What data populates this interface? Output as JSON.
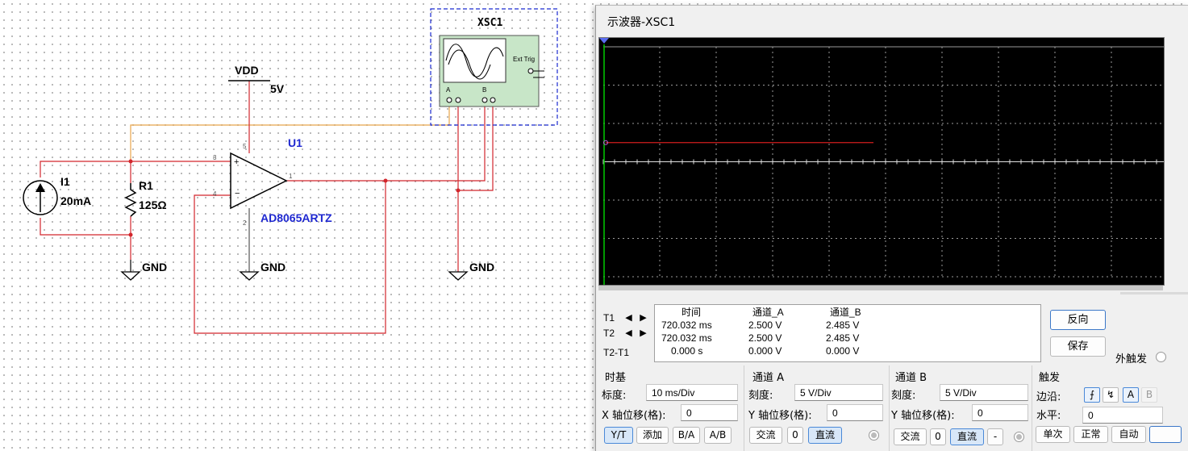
{
  "schematic": {
    "vdd_label": "VDD",
    "vdd_value": "5V",
    "u1_ref": "U1",
    "u1_part": "AD8065ARTZ",
    "i1_ref": "I1",
    "i1_value": "20mA",
    "r1_ref": "R1",
    "r1_value": "125Ω",
    "gnd_label": "GND",
    "pins": {
      "p3": "3",
      "p4": "4",
      "p5": "5",
      "p2": "2",
      "p1": "1"
    },
    "opamp_plus": "+",
    "opamp_minus": "−",
    "scope_ref": "XSC1",
    "scope_ext_trig": "Ext Trig",
    "scope_a": "A",
    "scope_b": "B"
  },
  "oscilloscope": {
    "title": "示波器-XSC1",
    "cursor_rows": [
      {
        "label": "T1",
        "time": "720.032 ms",
        "chA": "2.500 V",
        "chB": "2.485 V"
      },
      {
        "label": "T2",
        "time": "720.032 ms",
        "chA": "2.500 V",
        "chB": "2.485 V"
      },
      {
        "label": "T2-T1",
        "time": "0.000 s",
        "chA": "0.000 V",
        "chB": "0.000 V"
      }
    ],
    "col_headers": {
      "time": "时间",
      "chA": "通道_A",
      "chB": "通道_B"
    },
    "reverse_button": "反向",
    "save_button": "保存",
    "ext_trigger_label": "外触发",
    "timebase": {
      "title": "时基",
      "scale_label": "标度:",
      "scale_value": "10 ms/Div",
      "xpos_label": "X 轴位移(格):",
      "xpos_value": "0",
      "buttons": [
        "Y/T",
        "添加",
        "B/A",
        "A/B"
      ]
    },
    "channel_a": {
      "title": "通道 A",
      "scale_label": "刻度:",
      "scale_value": "5  V/Div",
      "ypos_label": "Y 轴位移(格):",
      "ypos_value": "0",
      "coupling": [
        "交流",
        "0",
        "直流"
      ]
    },
    "channel_b": {
      "title": "通道 B",
      "scale_label": "刻度:",
      "scale_value": "5  V/Div",
      "ypos_label": "Y 轴位移(格):",
      "ypos_value": "0",
      "coupling": [
        "交流",
        "0",
        "直流",
        "-"
      ]
    },
    "trigger": {
      "title": "触发",
      "edge_label": "边沿:",
      "source_a": "A",
      "source_b": "B",
      "level_label": "水平:",
      "level_value": "0",
      "modes": [
        "单次",
        "正常",
        "自动"
      ]
    },
    "colors": {
      "screen_bg": "#000000",
      "grid": "#9a9a9a",
      "trace_a": "#d21e1e",
      "cursor_t1": "#00cc00",
      "wire_red": "#d2262c",
      "wire_orange": "#e8a54a",
      "part_blue": "#1f28d0"
    }
  }
}
